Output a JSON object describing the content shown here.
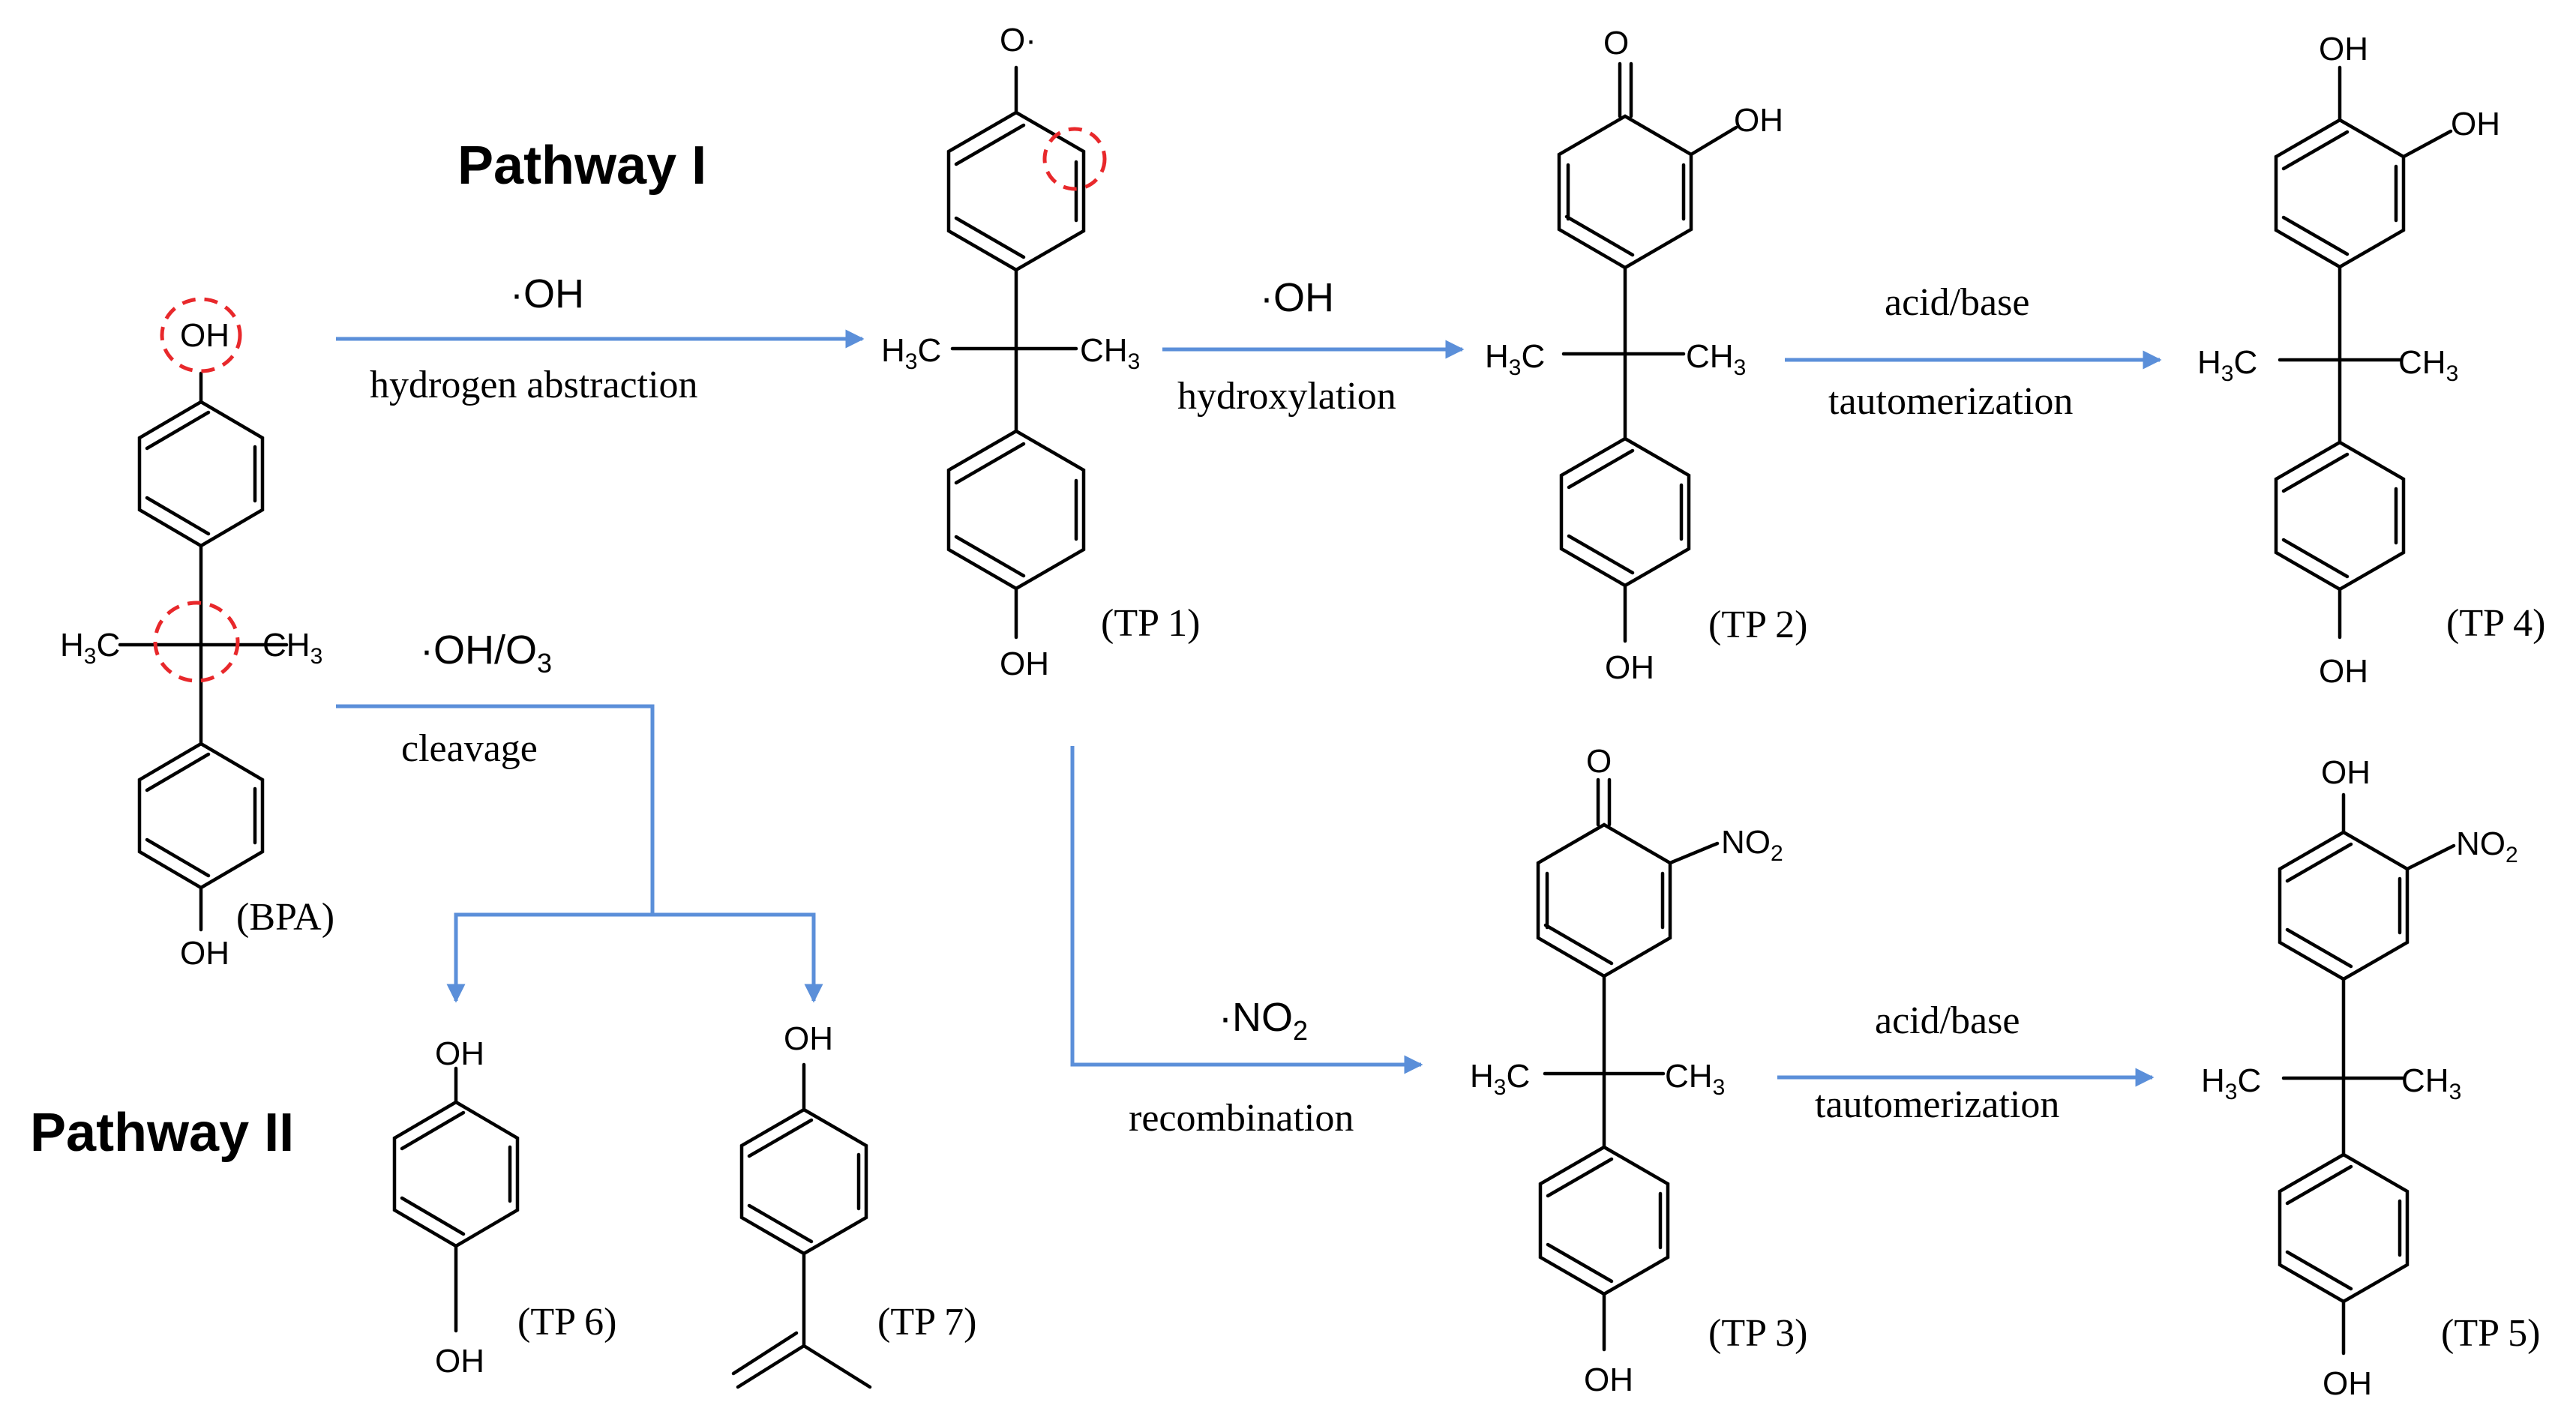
{
  "headings": {
    "pathway1": "Pathway I",
    "pathway2": "Pathway II"
  },
  "compounds": {
    "bpa": "(BPA)",
    "tp1": "(TP 1)",
    "tp2": "(TP 2)",
    "tp3": "(TP 3)",
    "tp4": "(TP 4)",
    "tp5": "(TP 5)",
    "tp6": "(TP 6)",
    "tp7": "(TP 7)"
  },
  "reactions": {
    "r1": {
      "reagent": "·OH",
      "process": "hydrogen abstraction"
    },
    "r2": {
      "reagent": "·OH",
      "process": "hydroxylation"
    },
    "r3": {
      "reagent": "acid/base",
      "process": "tautomerization"
    },
    "r4": {
      "reagent": "·OH/O",
      "reagent_sub": "3",
      "process": "cleavage"
    },
    "r5": {
      "reagent": "·NO",
      "reagent_sub": "2",
      "process": "recombination"
    },
    "r6": {
      "reagent": "acid/base",
      "process": "tautomerization"
    }
  },
  "atoms": {
    "oh": "OH",
    "o": "O",
    "o_radical": "O·",
    "h3c_h": "H",
    "h3c_c": "C",
    "ch3_c": "CH",
    "sub3": "3",
    "no2_main": "NO",
    "sub2": "2"
  },
  "colors": {
    "arrow": "#5b8fd9",
    "reactive_site": "#e8282b"
  }
}
